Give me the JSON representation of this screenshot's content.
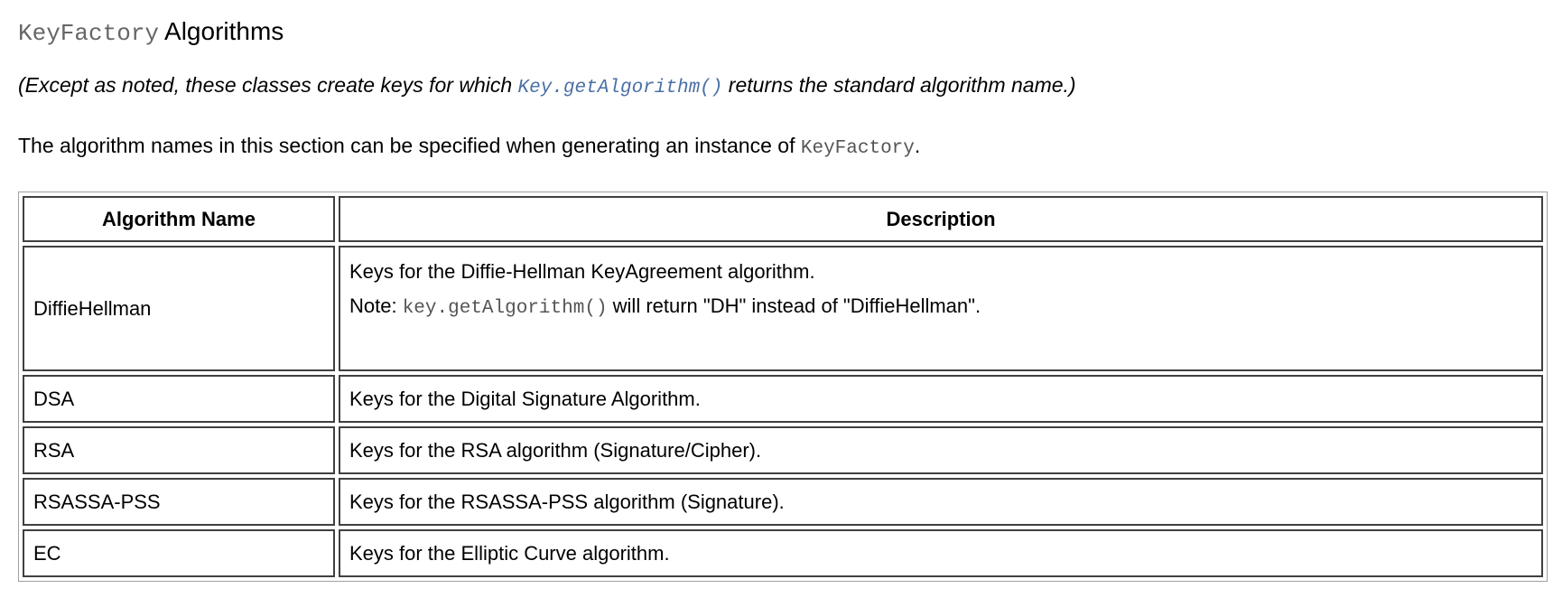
{
  "heading": {
    "code": "KeyFactory",
    "text": "Algorithms"
  },
  "intro": {
    "before": "(Except as noted, these classes create keys for which ",
    "code": "Key.getAlgorithm()",
    "after": " returns the standard algorithm name.)"
  },
  "para": {
    "before": "The algorithm names in this section can be specified when generating an instance of ",
    "code": "KeyFactory",
    "after": "."
  },
  "table": {
    "headers": [
      "Algorithm Name",
      "Description"
    ],
    "rows": [
      {
        "name": "DiffieHellman",
        "desc": "Keys for the Diffie-Hellman KeyAgreement algorithm.",
        "note_before": "Note: ",
        "note_code": "key.getAlgorithm()",
        "note_after": " will return \"DH\" instead of \"DiffieHellman\"."
      },
      {
        "name": "DSA",
        "desc": "Keys for the Digital Signature Algorithm."
      },
      {
        "name": "RSA",
        "desc": "Keys for the RSA algorithm (Signature/Cipher)."
      },
      {
        "name": "RSASSA-PSS",
        "desc": "Keys for the RSASSA-PSS algorithm (Signature)."
      },
      {
        "name": "EC",
        "desc": "Keys for the Elliptic Curve algorithm."
      }
    ]
  }
}
